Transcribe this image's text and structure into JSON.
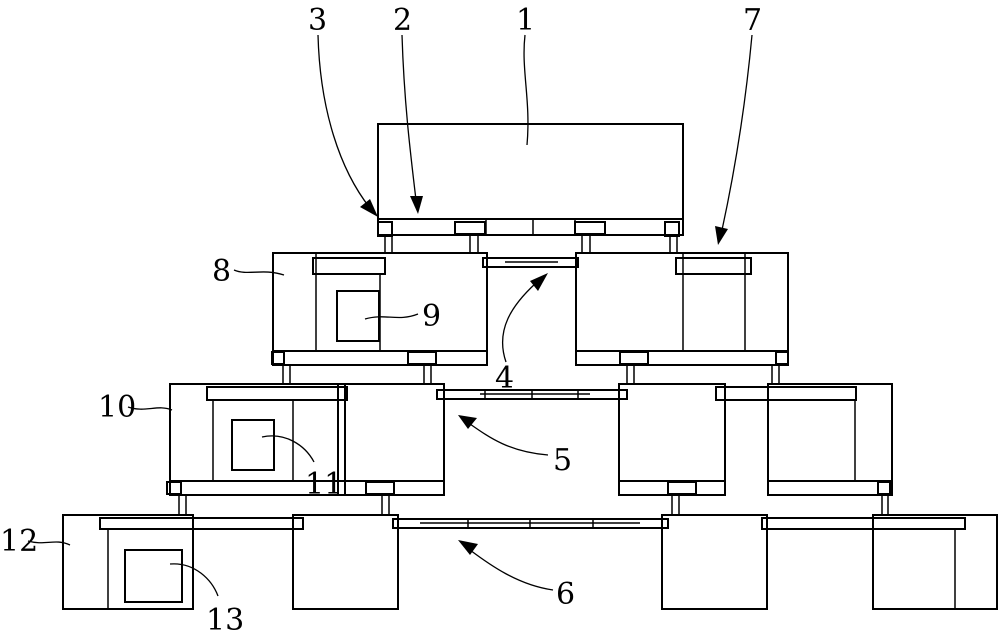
{
  "labels": {
    "l1": "1",
    "l2": "2",
    "l3": "3",
    "l4": "4",
    "l5": "5",
    "l6": "6",
    "l7": "7",
    "l8": "8",
    "l9": "9",
    "l10": "10",
    "l11": "11",
    "l12": "12",
    "l13": "13"
  },
  "colors": {
    "stroke": "#000000",
    "background": "#ffffff"
  }
}
